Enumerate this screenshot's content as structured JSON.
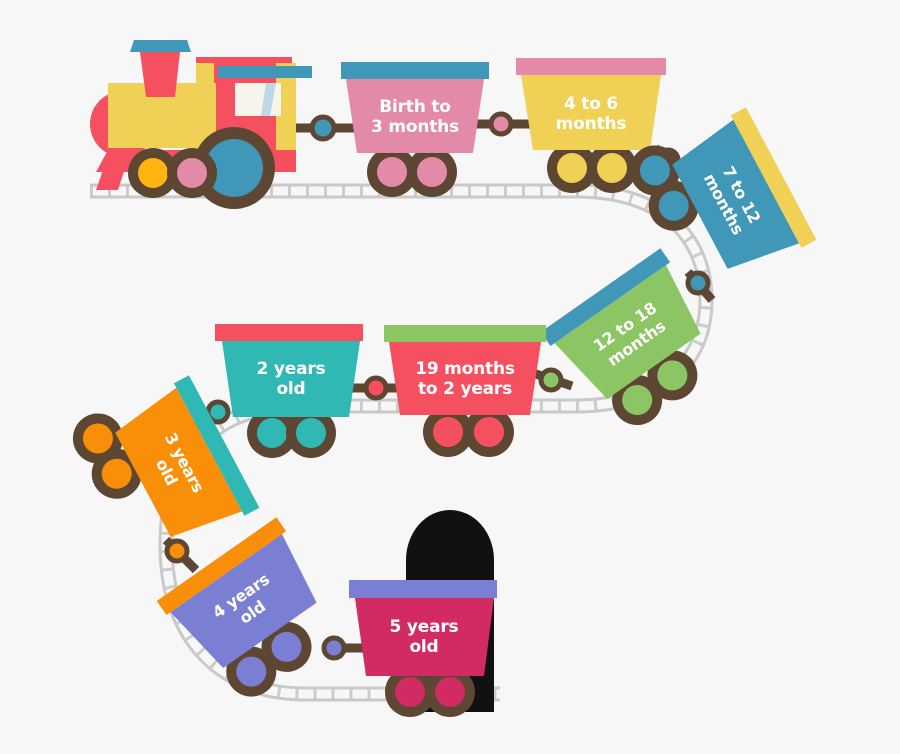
{
  "illustration": {
    "title": "Child development milestone train",
    "background_color": "#f7f7f7",
    "track_color": "#c9c9c9",
    "coupler_color": "#5d4632",
    "wheel_rim_color": "#5d4632"
  },
  "locomotive": {
    "name": "locomotive",
    "body_color": "#f5505f",
    "boiler_color": "#f0d055",
    "roof_color": "#4097b7",
    "chimney_color": "#f5505f",
    "chimney_cap_color": "#4097b7",
    "window_color": "#f7f4ec",
    "window_highlight_color": "#bcd9e4",
    "big_wheel_color": "#4097b7",
    "small_wheel_colors": [
      "#ffb412",
      "#e38aa8"
    ]
  },
  "tunnel": {
    "name": "tunnel-entrance",
    "color": "#111111"
  },
  "cars": [
    {
      "id": "car-birth-to-3-months",
      "label_lines": [
        "Birth to",
        "3 months"
      ],
      "body_color": "#e38aa8",
      "top_color": "#4097b7",
      "wheel_color": "#e38aa8",
      "coupler_knob_color": "#e38aa8",
      "rotation_deg": 0
    },
    {
      "id": "car-4-to-6-months",
      "label_lines": [
        "4 to 6",
        "months"
      ],
      "body_color": "#f0d055",
      "top_color": "#e38aa8",
      "wheel_color": "#f0d055",
      "coupler_knob_color": "#f0d055",
      "rotation_deg": 0
    },
    {
      "id": "car-7-to-12-months",
      "label_lines": [
        "7 to 12",
        "months"
      ],
      "body_color": "#4097b7",
      "top_color": "#f0d055",
      "wheel_color": "#4097b7",
      "coupler_knob_color": "#4097b7",
      "rotation_deg": 62
    },
    {
      "id": "car-12-to-18-months",
      "label_lines": [
        "12 to 18",
        "months"
      ],
      "body_color": "#8cc563",
      "top_color": "#4097b7",
      "wheel_color": "#8cc563",
      "coupler_knob_color": "#8cc563",
      "rotation_deg": 35
    },
    {
      "id": "car-19-months-to-2-years",
      "label_lines": [
        "19 months",
        "to 2 years"
      ],
      "body_color": "#f5505f",
      "top_color": "#8cc563",
      "wheel_color": "#f5505f",
      "coupler_knob_color": "#f5505f",
      "rotation_deg": 0
    },
    {
      "id": "car-2-years-old",
      "label_lines": [
        "2 years",
        "old"
      ],
      "body_color": "#2fb8b4",
      "top_color": "#f5505f",
      "wheel_color": "#2fb8b4",
      "coupler_knob_color": "#2fb8b4",
      "rotation_deg": 0
    },
    {
      "id": "car-3-years-old",
      "label_lines": [
        "3 years",
        "old"
      ],
      "body_color": "#f98e09",
      "top_color": "#2fb8b4",
      "wheel_color": "#f98e09",
      "coupler_knob_color": "#f98e09",
      "rotation_deg": 62
    },
    {
      "id": "car-4-years-old",
      "label_lines": [
        "4 years",
        "old"
      ],
      "body_color": "#7b7fd4",
      "top_color": "#f98e09",
      "wheel_color": "#7b7fd4",
      "coupler_knob_color": "#7b7fd4",
      "rotation_deg": 35
    },
    {
      "id": "car-5-years-old",
      "label_lines": [
        "5 years",
        "old"
      ],
      "body_color": "#d22a63",
      "top_color": "#7b7fd4",
      "wheel_color": "#d22a63",
      "coupler_knob_color": "#d22a63",
      "rotation_deg": 0
    }
  ]
}
